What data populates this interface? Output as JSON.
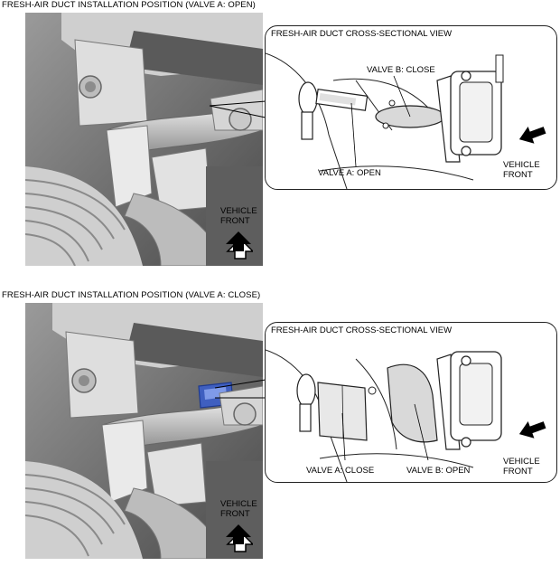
{
  "figure1": {
    "title": "FRESH-AIR DUCT INSTALLATION POSITION (VALVE A: OPEN)",
    "callout_title": "FRESH-AIR DUCT CROSS-SECTIONAL VIEW",
    "label_valve_b": "VALVE B: CLOSE",
    "label_valve_a": "VALVE A: OPEN",
    "vehicle_front_1": "VEHICLE",
    "vehicle_front_2": "FRONT",
    "callout_vehicle_front_1": "VEHICLE",
    "callout_vehicle_front_2": "FRONT"
  },
  "figure2": {
    "title": "FRESH-AIR DUCT INSTALLATION POSITION (VALVE A: CLOSE)",
    "callout_title": "FRESH-AIR DUCT CROSS-SECTIONAL VIEW",
    "label_valve_a": "VALVE A: CLOSE",
    "label_valve_b": "VALVE B: OPEN",
    "vehicle_front_1": "VEHICLE",
    "vehicle_front_2": "FRONT",
    "callout_vehicle_front_1": "VEHICLE",
    "callout_vehicle_front_2": "FRONT"
  },
  "colors": {
    "highlight": "#3f5fc0",
    "photo_dark": "#3a3a3a",
    "photo_light": "#d8d8d8"
  }
}
